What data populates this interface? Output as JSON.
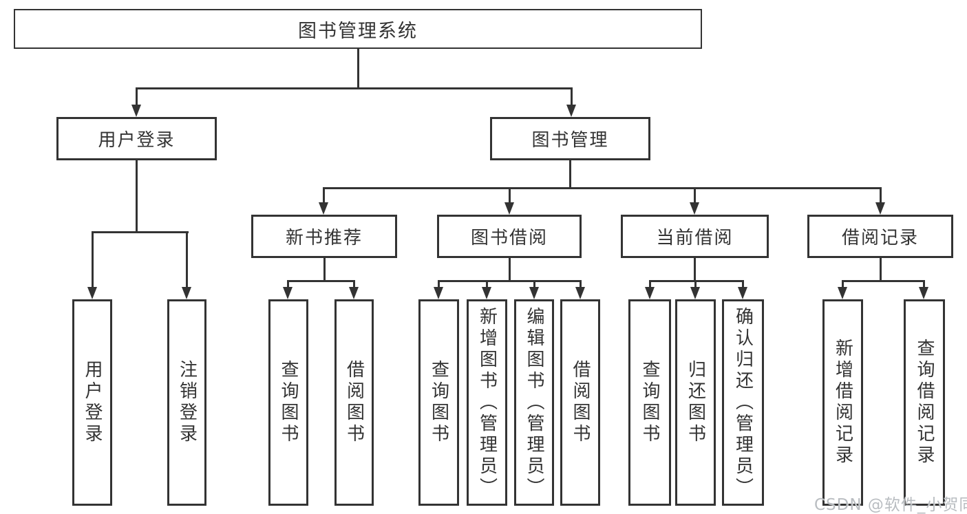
{
  "tree": {
    "root": {
      "label": "图书管理系统",
      "children": [
        {
          "label": "用户登录",
          "children": [
            "用户登录",
            "注销登录"
          ]
        },
        {
          "label": "图书管理",
          "children": [
            {
              "label": "新书推荐",
              "children": [
                "查询图书",
                "借阅图书"
              ]
            },
            {
              "label": "图书借阅",
              "children": [
                "查询图书",
                "新增图书（管理员）",
                "编辑图书（管理员）",
                "借阅图书"
              ]
            },
            {
              "label": "当前借阅",
              "children": [
                "查询图书",
                "归还图书",
                "确认归还（管理员）"
              ]
            },
            {
              "label": "借阅记录",
              "children": [
                "新增借阅记录",
                "查询借阅记录"
              ]
            }
          ]
        }
      ]
    }
  },
  "watermark": "CSDN @软件_小贺同学",
  "colors": {
    "line": "#333333",
    "text": "#333333",
    "watermark": "#b9bdc1",
    "background": "#ffffff"
  }
}
